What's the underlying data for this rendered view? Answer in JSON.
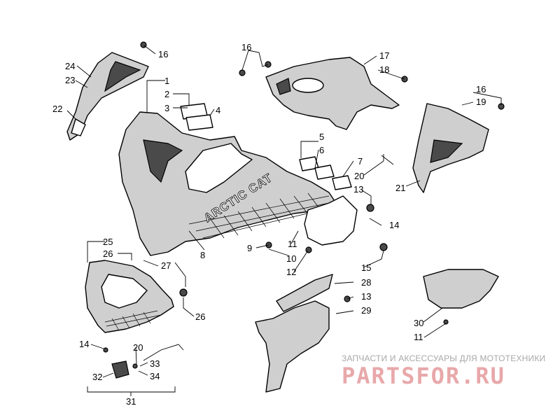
{
  "diagram": {
    "callouts": {
      "c1": "1",
      "c2": "2",
      "c3": "3",
      "c4": "4",
      "c5": "5",
      "c6": "6",
      "c7": "7",
      "c8": "8",
      "c9": "9",
      "c10": "10",
      "c11a": "11",
      "c11b": "11",
      "c12": "12",
      "c13a": "13",
      "c13b": "13",
      "c14a": "14",
      "c14b": "14",
      "c15": "15",
      "c16a": "16",
      "c16b": "16",
      "c16c": "16",
      "c17": "17",
      "c18": "18",
      "c19": "19",
      "c20a": "20",
      "c20b": "20",
      "c21": "21",
      "c22": "22",
      "c23": "23",
      "c24": "24",
      "c25": "25",
      "c26a": "26",
      "c26b": "26",
      "c27": "27",
      "c28": "28",
      "c29": "29",
      "c30": "30",
      "c31": "31",
      "c32": "32",
      "c33": "33",
      "c34": "34"
    },
    "brand_text": "ARCTIC CAT"
  },
  "watermark": {
    "caption": "ЗАПЧАСТИ И АКСЕССУАРЫ ДЛЯ МОТОТЕХНИКИ",
    "logo": "PARTSFOR.RU"
  }
}
